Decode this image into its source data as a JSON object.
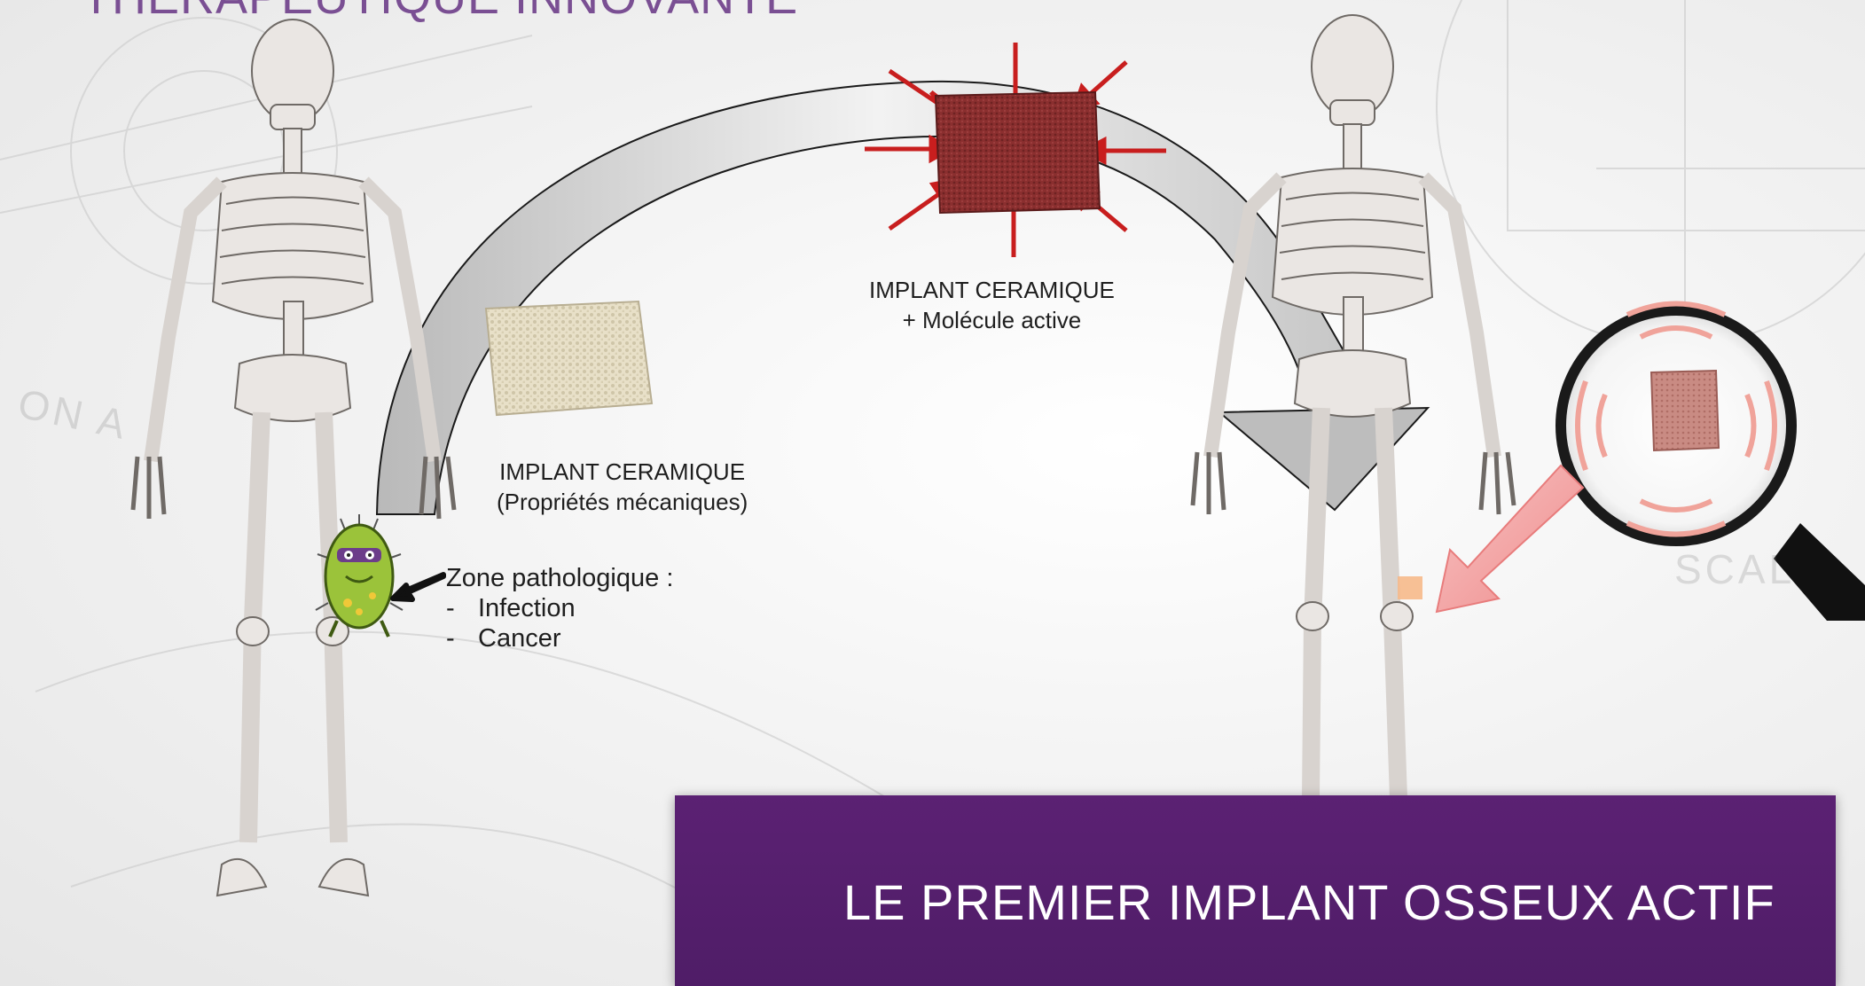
{
  "title": "THÉRAPEUTIQUE INNOVANTE",
  "watermark": {
    "left": "ON A",
    "right": "SCAL"
  },
  "labels": {
    "implant_mechanical": {
      "line1": "IMPLANT CERAMIQUE",
      "line2": "(Propriétés mécaniques)"
    },
    "implant_active": {
      "line1": "IMPLANT CERAMIQUE",
      "line2": "+ Molécule active"
    },
    "pathology": {
      "heading": "Zone pathologique :",
      "items": [
        {
          "dash": "-",
          "text": "Infection"
        },
        {
          "dash": "-",
          "text": "Cancer"
        }
      ]
    }
  },
  "banner": {
    "text": "LE PREMIER IMPLANT OSSEUX ACTIF"
  },
  "colors": {
    "title": "#7a4f93",
    "banner": "#5b2173",
    "active_implant": "#8b2f2f",
    "red_arrows": "#c81e1e",
    "pink_arrow": "#f4a3a3",
    "implant_marker": "#f6b98a",
    "bacteria": "#9bc33a"
  }
}
